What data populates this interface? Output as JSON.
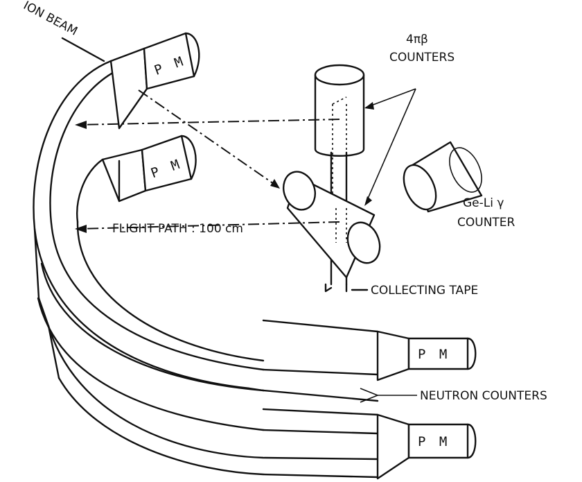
{
  "labels": {
    "ion_beam": "ION BEAM",
    "beta_counters_line1": "4πβ",
    "beta_counters_line2": "COUNTERS",
    "gamma_counter_line1": "Ge-Li γ",
    "gamma_counter_line2": "COUNTER",
    "flight_path": "FLIGHT PATH : 100 cm",
    "collecting_tape": "COLLECTING TAPE",
    "neutron_counters": "NEUTRON COUNTERS",
    "pm": "P M"
  }
}
